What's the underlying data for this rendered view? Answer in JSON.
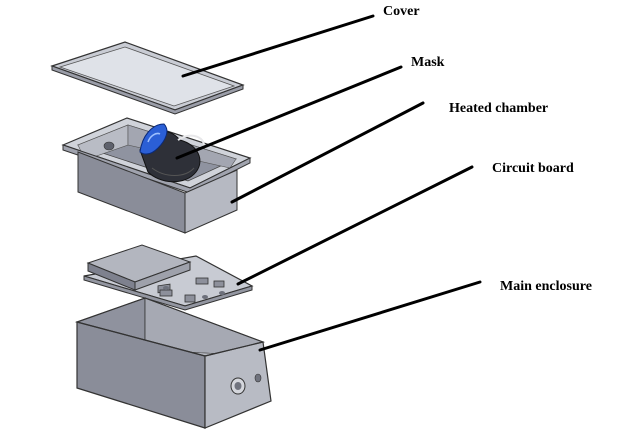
{
  "labels": {
    "cover": "Cover",
    "mask": "Mask",
    "heated_chamber": "Heated chamber",
    "circuit_board": "Circuit board",
    "main_enclosure": "Main enclosure"
  },
  "colors": {
    "part_fill_light": "#dde0e6",
    "part_fill_mid": "#a9acb7",
    "part_fill_dark": "#7e818e",
    "outline": "#333333",
    "leader": "#000000",
    "mask_blue": "#2b5fd6"
  }
}
